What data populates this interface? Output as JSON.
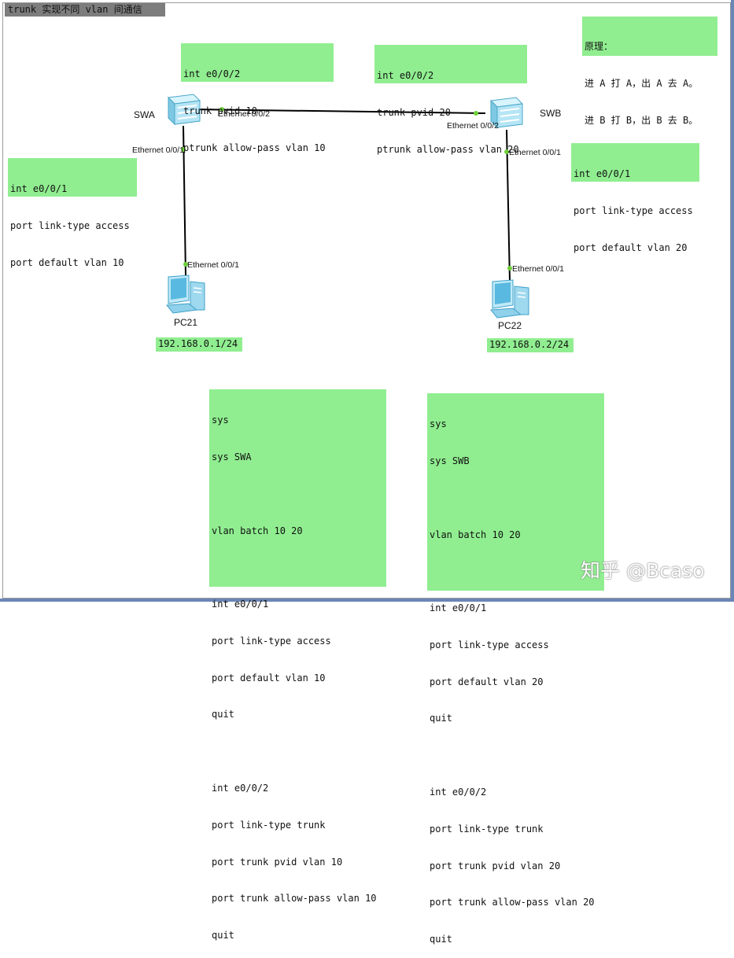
{
  "title": "trunk 实现不同 vlan 间通信",
  "principle": {
    "lines": [
      "原理：",
      "进 A 打 A，出 A 去 A。",
      "进 B 打 B，出 B 去 B。"
    ]
  },
  "devices": {
    "swa": {
      "label": "SWA"
    },
    "swb": {
      "label": "SWB"
    },
    "pc21": {
      "label": "PC21",
      "ip": "192.168.0.1/24"
    },
    "pc22": {
      "label": "PC22",
      "ip": "192.168.0.2/24"
    }
  },
  "ports": {
    "swa_trunk": "Ethernet 0/0/2",
    "swb_trunk": "Ethernet 0/0/2",
    "swa_access": "Ethernet 0/0/1",
    "swb_access": "Ethernet 0/0/1",
    "pc21_port": "Ethernet 0/0/1",
    "pc22_port": "Ethernet 0/0/1"
  },
  "notes": {
    "swa_trunk": [
      "int e0/0/2",
      "trunk pvid 10",
      "ptrunk allow-pass vlan 10"
    ],
    "swb_trunk": [
      "int e0/0/2",
      "trunk pvid 20",
      "ptrunk allow-pass vlan 20"
    ],
    "swa_access": [
      "int e0/0/1",
      "port link-type access",
      "port default vlan 10"
    ],
    "swb_access": [
      "int e0/0/1",
      "port link-type access",
      "port default vlan 20"
    ],
    "swa_config": [
      "sys",
      "sys SWA",
      "",
      "vlan batch 10 20",
      "",
      "int e0/0/1",
      "port link-type access",
      "port default vlan 10",
      "quit",
      "",
      "int e0/0/2",
      "port link-type trunk",
      "port trunk pvid vlan 10",
      "port trunk allow-pass vlan 10",
      "quit"
    ],
    "swb_config": [
      "sys",
      "sys SWB",
      "",
      "vlan batch 10 20",
      "",
      "int e0/0/1",
      "port link-type access",
      "port default vlan 20",
      "quit",
      "",
      "int e0/0/2",
      "port link-type trunk",
      "port trunk pvid vlan 20",
      "port trunk allow-pass vlan 20",
      "quit"
    ]
  },
  "watermark": "知乎 @Bcaso",
  "colors": {
    "note_bg": "#90ee90",
    "link_dot": "#6fcf3a",
    "frame_border": "#6b86b6"
  }
}
